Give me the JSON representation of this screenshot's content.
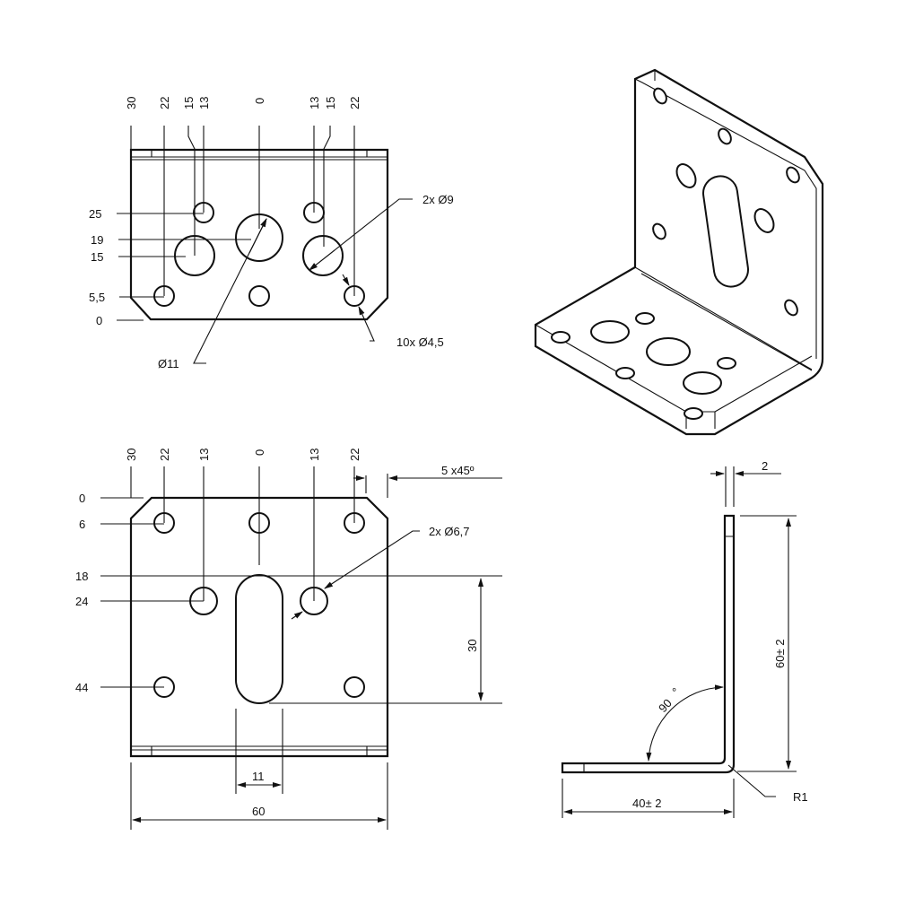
{
  "top_view": {
    "column_labels": [
      "30",
      "22",
      "15",
      "13",
      "0",
      "13",
      "15",
      "22"
    ],
    "row_labels": [
      "25",
      "19",
      "15",
      "5,5",
      "0"
    ],
    "callout_large_holes": "2x  Ø9",
    "callout_center_hole": "Ø11",
    "callout_small_holes": "10x  Ø4,5"
  },
  "front_view": {
    "column_labels": [
      "30",
      "22",
      "13",
      "0",
      "13",
      "22"
    ],
    "row_labels": [
      "0",
      "6",
      "18",
      "24",
      "44"
    ],
    "chamfer": "5 x45º",
    "callout_holes": "2x  Ø6,7",
    "slot_length": "30",
    "slot_width": "11",
    "overall_width": "60"
  },
  "side_view": {
    "thickness": "2",
    "height": "60± 2",
    "length": "40± 2",
    "angle": "90",
    "angle_unit": "°",
    "radius": "R1"
  }
}
